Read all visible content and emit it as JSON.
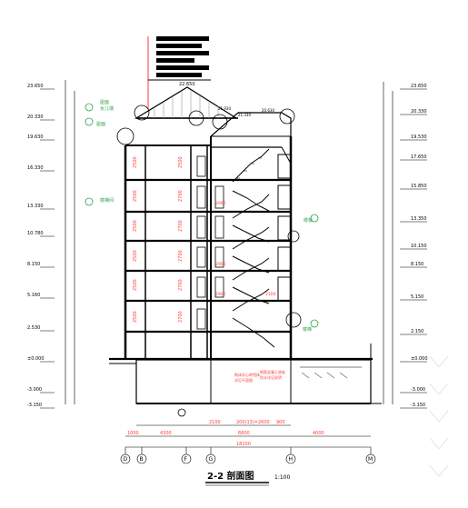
{
  "drawing": {
    "title": "2-2 剖面图",
    "scale": "1:100",
    "legend_block": "legend",
    "left_elevations": [
      "23.650",
      "20.330",
      "19.630",
      "16.330",
      "13.330",
      "10.780",
      "8.150",
      "5.160",
      "2.530",
      "±0.000",
      "-3.000",
      "-3.150"
    ],
    "right_elevations": [
      "23.650",
      "20.330",
      "19.530",
      "17.650",
      "15.850",
      "13.350",
      "10.150",
      "8.150",
      "5.150",
      "2.150",
      "±0.000",
      "-3.000",
      "-3.150"
    ],
    "roof_elevation": "22.650",
    "roof_notes": [
      "21.930",
      "21.330",
      "20.630"
    ],
    "room_dims_left": [
      "2500",
      "2500",
      "2500",
      "2500",
      "2500",
      "2500"
    ],
    "room_dims_mid": [
      "2500",
      "2700",
      "2700",
      "2700",
      "2700",
      "2700"
    ],
    "stair_dims": [
      "2900",
      "2900",
      "2100",
      "2900"
    ],
    "bottom_dims_row1": [
      "2100",
      "200(13)=2600",
      "900"
    ],
    "bottom_dims_row2": [
      "1000",
      "4300",
      "6800",
      "4000"
    ],
    "bottom_total": "18100",
    "axes": [
      "D",
      "B",
      "F",
      "G",
      "H",
      "M"
    ],
    "callouts": [
      "屋面",
      "女儿墙",
      "屋面",
      "楼梯间",
      "楼板",
      "楼梯"
    ],
    "basement_notes": [
      "砌体实心砖墙体",
      "详见平面图",
      "钢筋混凝土底板",
      "防水详见说明"
    ]
  }
}
